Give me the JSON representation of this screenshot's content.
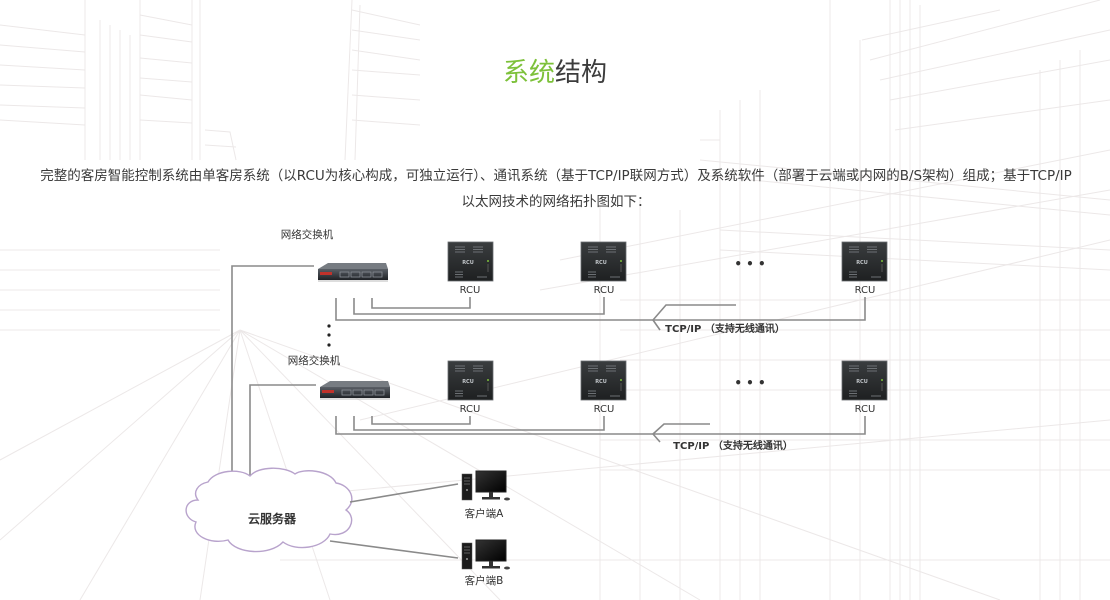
{
  "header": {
    "title_accent": "系统",
    "title_rest": "结构",
    "accent_color": "#7dc13a"
  },
  "description": {
    "line1": "完整的客房智能控制系统由单客房系统（以RCU为核心构成，可独立运行）、通讯系统（基于TCP/IP联网方式）及系统软件（部署于云端或内网的B/S架构）组成；基于TCP/IP",
    "line2": "以太网技术的网络拓扑图如下："
  },
  "diagram": {
    "switch_groups": [
      {
        "switch_label": "网络交换机",
        "rcus": [
          "RCU",
          "RCU",
          "RCU"
        ],
        "ellipsis": "• • •",
        "link_label": "TCP/IP  （支持无线通讯）"
      },
      {
        "switch_label": "网络交换机",
        "rcus": [
          "RCU",
          "RCU",
          "RCU"
        ],
        "ellipsis": "• • •",
        "link_label": "TCP/IP  （支持无线通讯）"
      }
    ],
    "vertical_ellipsis": "⋮",
    "cloud_label": "云服务器",
    "clients": [
      "客户端A",
      "客户端B"
    ],
    "rcu_panel_text": "RCU",
    "line_color": "#8a8a8a",
    "cloud_stroke": "#b8a3cc"
  }
}
